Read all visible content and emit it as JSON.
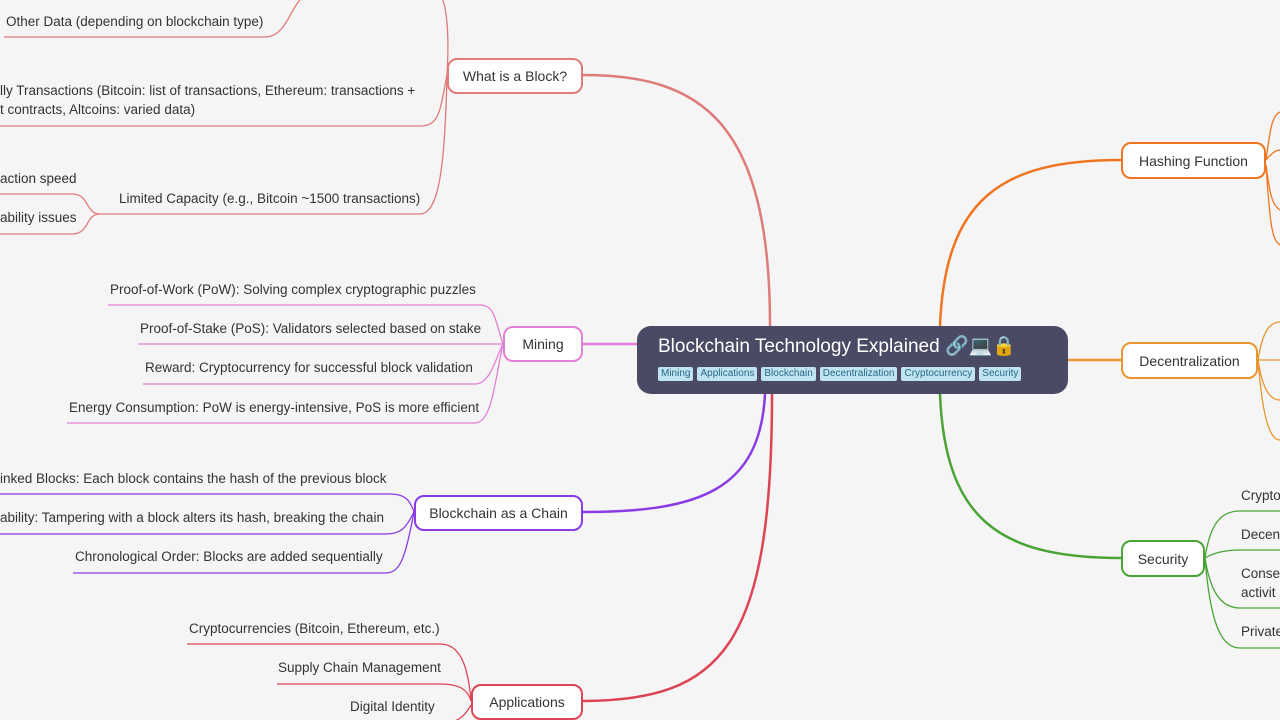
{
  "root": {
    "title": "Blockchain Technology Explained",
    "emoji": "🔗💻🔒",
    "tags": [
      "Mining",
      "Applications",
      "Blockchain",
      "Decentralization",
      "Cryptocurrency",
      "Security"
    ]
  },
  "branches": {
    "block": {
      "label": "What is a Block?",
      "color": "#e07b7b",
      "children": [
        "Other Data (depending on blockchain type)",
        "lly Transactions (Bitcoin: list of transactions, Ethereum: transactions +",
        "t contracts, Altcoins: varied data)",
        "Limited Capacity (e.g., Bitcoin ~1500 transactions)"
      ],
      "grandchildren": [
        "action speed",
        "ability issues"
      ]
    },
    "mining": {
      "label": "Mining",
      "color": "#e37fd6",
      "children": [
        "Proof-of-Work (PoW): Solving complex cryptographic puzzles",
        "Proof-of-Stake (PoS): Validators selected based on stake",
        "Reward: Cryptocurrency for successful block validation",
        "Energy Consumption: PoW is energy-intensive, PoS is more efficient"
      ]
    },
    "chain": {
      "label": "Blockchain as a Chain",
      "color": "#8a3be3",
      "children": [
        "inked Blocks: Each block contains the hash of the previous block",
        "ability: Tampering with a block alters its hash, breaking the chain",
        "Chronological Order: Blocks are added sequentially"
      ]
    },
    "apps": {
      "label": "Applications",
      "color": "#dd4455",
      "children": [
        "Cryptocurrencies (Bitcoin, Ethereum, etc.)",
        "Supply Chain Management",
        "Digital Identity"
      ]
    },
    "hashing": {
      "label": "Hashing Function",
      "color": "#f07522"
    },
    "decentral": {
      "label": "Decentralization",
      "color": "#e8962e"
    },
    "security": {
      "label": "Security",
      "color": "#4aa335",
      "children": [
        "Crypto",
        "Decent",
        "Conser",
        "activit",
        "Private"
      ]
    }
  }
}
